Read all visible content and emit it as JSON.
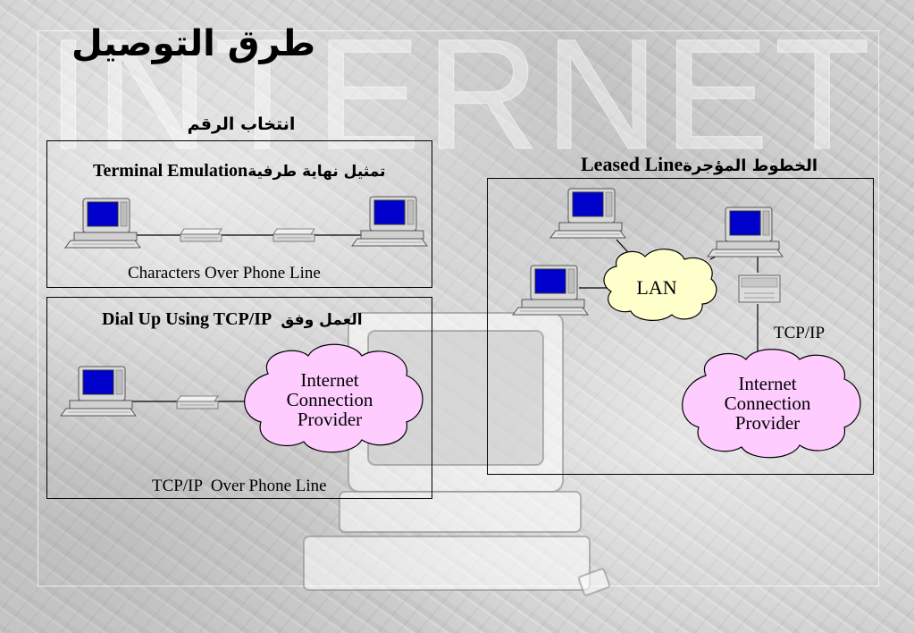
{
  "slide": {
    "title": "طرق التوصيل",
    "background_word": "INTERNET",
    "subtitle": "انتخاب الرقم"
  },
  "terminal_panel": {
    "heading_ar": "تمثيل نهاية طرفية",
    "heading_en": "Terminal Emulation",
    "caption": "Characters Over Phone Line"
  },
  "dialup_panel": {
    "heading_en": "Dial Up Using TCP/IP",
    "heading_ar": "العمل وفق",
    "cloud_lines": [
      "Internet",
      "Connection",
      "Provider"
    ],
    "caption": "TCP/IP  Over Phone Line"
  },
  "leased_panel": {
    "heading_ar": "الخطوط المؤجرة",
    "heading_en": "Leased Line",
    "lan_label": "LAN",
    "link_label": "TCP/IP",
    "cloud_lines": [
      "Internet",
      "Connection",
      "Provider"
    ]
  },
  "colors": {
    "screen_blue": "#0000cc",
    "cloud_fill": "#ffccff",
    "lan_fill": "#ffffcc",
    "line": "#000000"
  }
}
